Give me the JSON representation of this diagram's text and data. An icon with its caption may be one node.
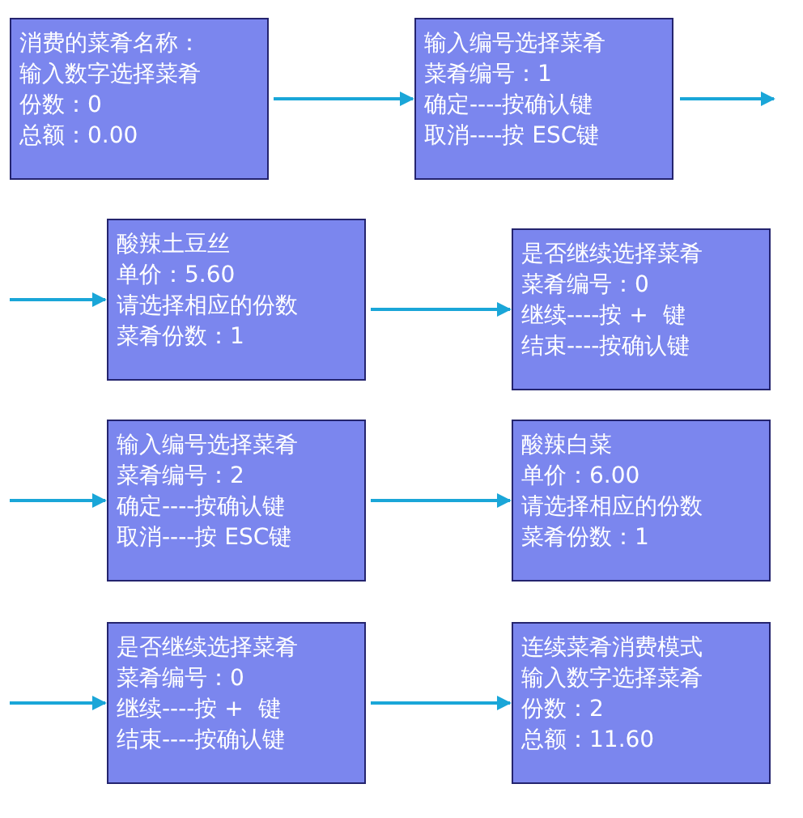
{
  "diagram": {
    "nodes": [
      {
        "text": [
          "消费的菜肴名称：",
          "输入数字选择菜肴",
          "份数：0",
          "总额：0.00"
        ]
      },
      {
        "text": [
          "输入编号选择菜肴",
          "菜肴编号：1",
          "确定----按确认键",
          "取消----按 ESC键"
        ]
      },
      {
        "text": [
          "酸辣土豆丝",
          "单价：5.60",
          "请选择相应的份数",
          "菜肴份数：1"
        ]
      },
      {
        "text": [
          "是否继续选择菜肴",
          "菜肴编号：0",
          "继续----按 +  键",
          "结束----按确认键"
        ]
      },
      {
        "text": [
          "输入编号选择菜肴",
          "菜肴编号：2",
          "确定----按确认键",
          "取消----按 ESC键"
        ]
      },
      {
        "text": [
          "酸辣白菜",
          "单价：6.00",
          "请选择相应的份数",
          "菜肴份数：1"
        ]
      },
      {
        "text": [
          "是否继续选择菜肴",
          "菜肴编号：0",
          "继续----按 +  键",
          "结束----按确认键"
        ]
      },
      {
        "text": [
          "连续菜肴消费模式",
          "输入数字选择菜肴",
          "份数：2",
          "总额：11.60"
        ]
      }
    ],
    "edges": [
      {
        "from": 0,
        "to": 1,
        "arrow": "to"
      },
      {
        "from": 1,
        "to": null,
        "arrow": "to"
      },
      {
        "from": null,
        "to": 2,
        "arrow": "to"
      },
      {
        "from": 2,
        "to": 3,
        "arrow": "to"
      },
      {
        "from": null,
        "to": 4,
        "arrow": "to"
      },
      {
        "from": 4,
        "to": 5,
        "arrow": "to"
      },
      {
        "from": null,
        "to": 6,
        "arrow": "to"
      },
      {
        "from": 6,
        "to": 7,
        "arrow": "to"
      }
    ]
  }
}
